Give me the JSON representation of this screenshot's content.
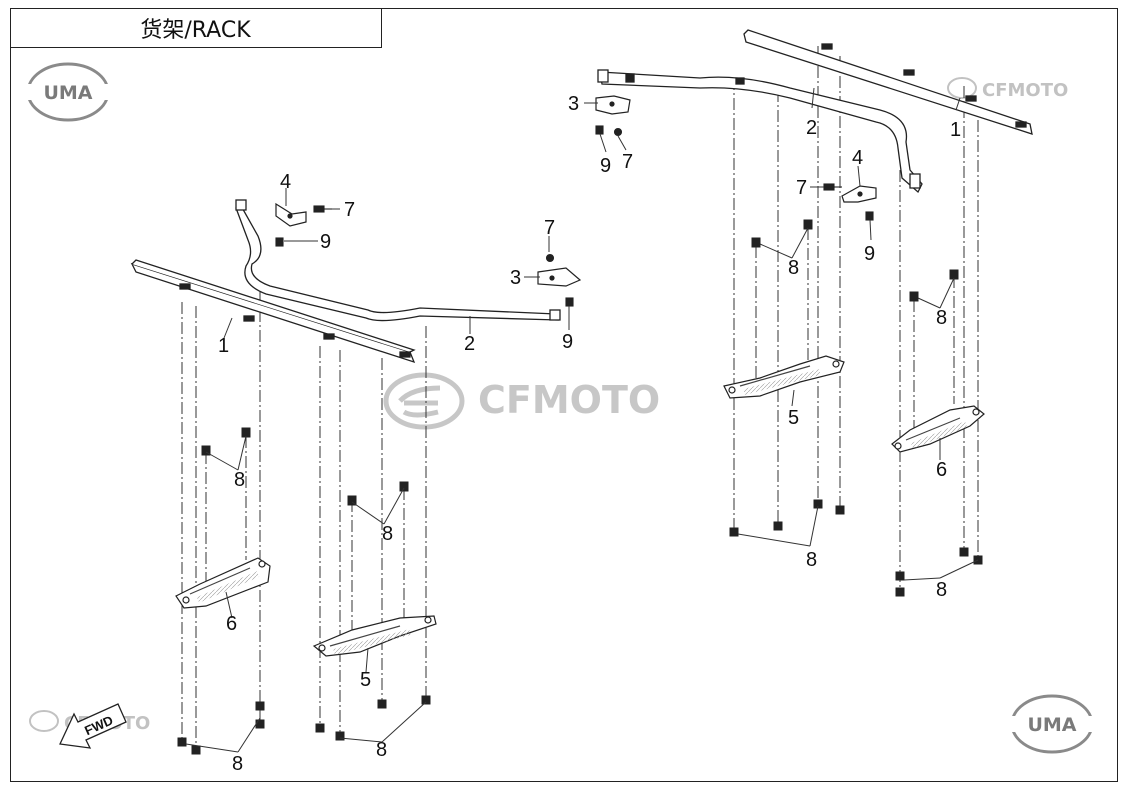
{
  "title": "货架/RACK",
  "watermarks": {
    "brand_main": "CFMOTO",
    "brand_top_right": "CFMOTO",
    "brand_bottom_left": "CFMOTO",
    "uma_top_left": "UMA",
    "uma_bottom_right": "UMA"
  },
  "fwd_label": "FWD",
  "callouts": {
    "left_rail": "1",
    "left_tube": "2",
    "left_bracket_3": "3",
    "left_bracket_4": "4",
    "left_bolt_7a": "7",
    "left_bolt_7b": "7",
    "left_bolt_9a": "9",
    "left_bolt_9b": "9",
    "left_support_6": "6",
    "left_support_5": "5",
    "left_nut_8a": "8",
    "left_nut_8b": "8",
    "left_nut_8c": "8",
    "left_nut_8d": "8",
    "right_rail": "1",
    "right_tube": "2",
    "right_bracket_3": "3",
    "right_bracket_4": "4",
    "right_bolt_7a": "7",
    "right_bolt_7b": "7",
    "right_bolt_9a": "9",
    "right_bolt_9b": "9",
    "right_support_5": "5",
    "right_support_6": "6",
    "right_nut_8a": "8",
    "right_nut_8b": "8",
    "right_nut_8c": "8",
    "right_nut_8d": "8"
  },
  "colors": {
    "line": "#222222",
    "watermark": "#9a9a9a"
  }
}
